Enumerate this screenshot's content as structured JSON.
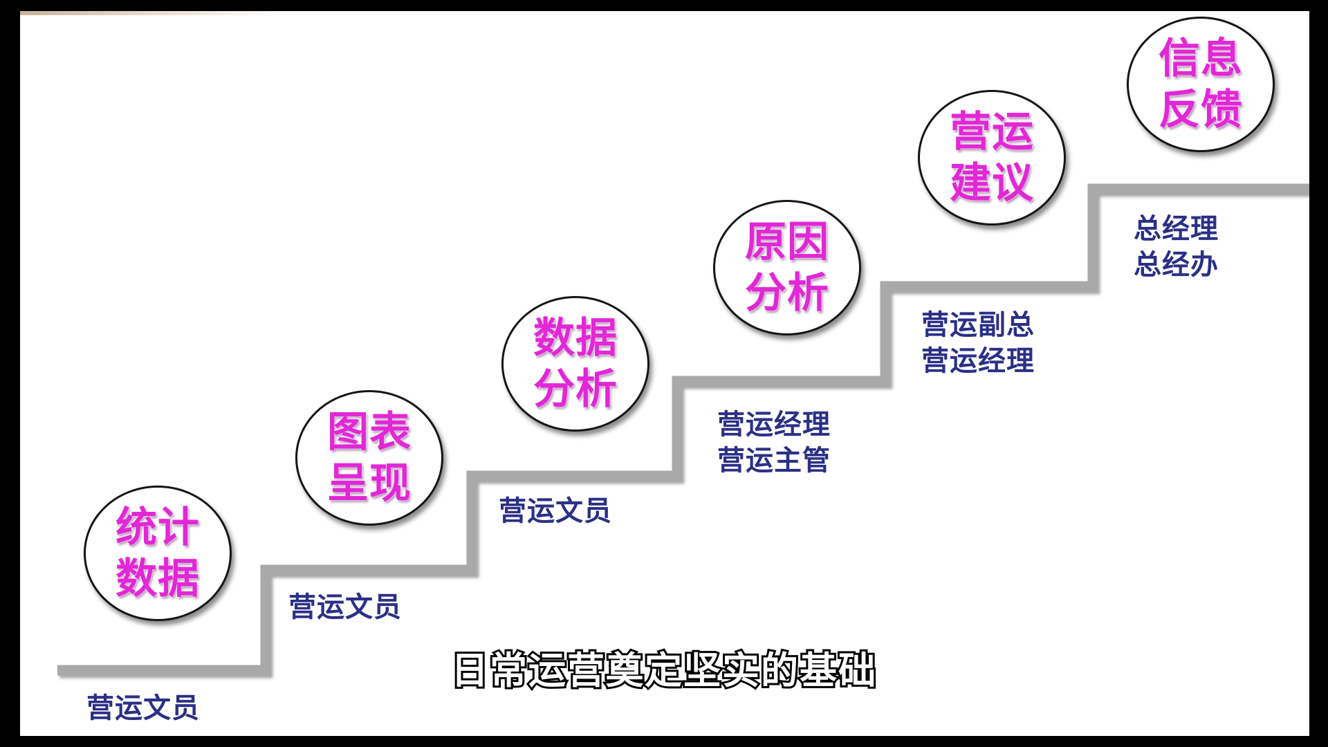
{
  "steps": [
    {
      "circle": "统计数据",
      "roles": [
        "营运文员"
      ]
    },
    {
      "circle": "图表呈现",
      "roles": [
        "营运文员"
      ]
    },
    {
      "circle": "数据分析",
      "roles": [
        "营运文员"
      ]
    },
    {
      "circle": "原因分析",
      "roles": [
        "营运经理",
        "营运主管"
      ]
    },
    {
      "circle": "营运建议",
      "roles": [
        "营运副总",
        "营运经理"
      ]
    },
    {
      "circle": "信息反馈",
      "roles": [
        "总经理",
        "总经办"
      ]
    }
  ],
  "caption": "日常运营奠定坚实的基础",
  "colors": {
    "circle_text": "#e227d6",
    "role_text": "#2b2f86",
    "stair": "#a9a9a9",
    "caption_text": "#ffffff",
    "caption_outline": "#000000"
  }
}
